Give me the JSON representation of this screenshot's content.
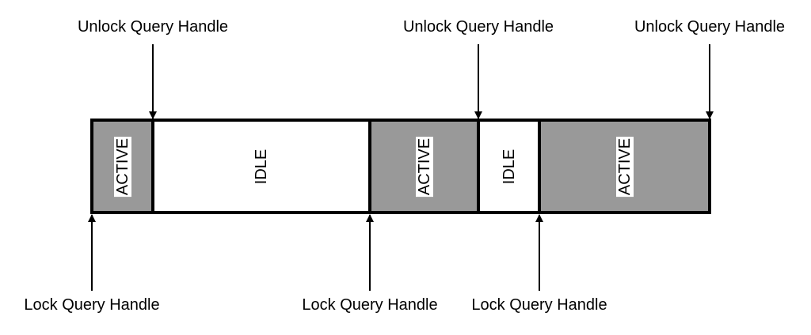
{
  "colors": {
    "active_fill": "#999999",
    "idle_fill": "#ffffff",
    "stroke": "#000000"
  },
  "timeline": {
    "segments": [
      {
        "label": "ACTIVE",
        "state": "active"
      },
      {
        "label": "IDLE",
        "state": "idle"
      },
      {
        "label": "ACTIVE",
        "state": "active"
      },
      {
        "label": "IDLE",
        "state": "idle"
      },
      {
        "label": "ACTIVE",
        "state": "active"
      }
    ]
  },
  "events": {
    "unlock": [
      {
        "label": "Unlock Query Handle"
      },
      {
        "label": "Unlock Query Handle"
      },
      {
        "label": "Unlock Query Handle"
      }
    ],
    "lock": [
      {
        "label": "Lock Query Handle"
      },
      {
        "label": "Lock Query Handle"
      },
      {
        "label": "Lock Query Handle"
      }
    ]
  }
}
